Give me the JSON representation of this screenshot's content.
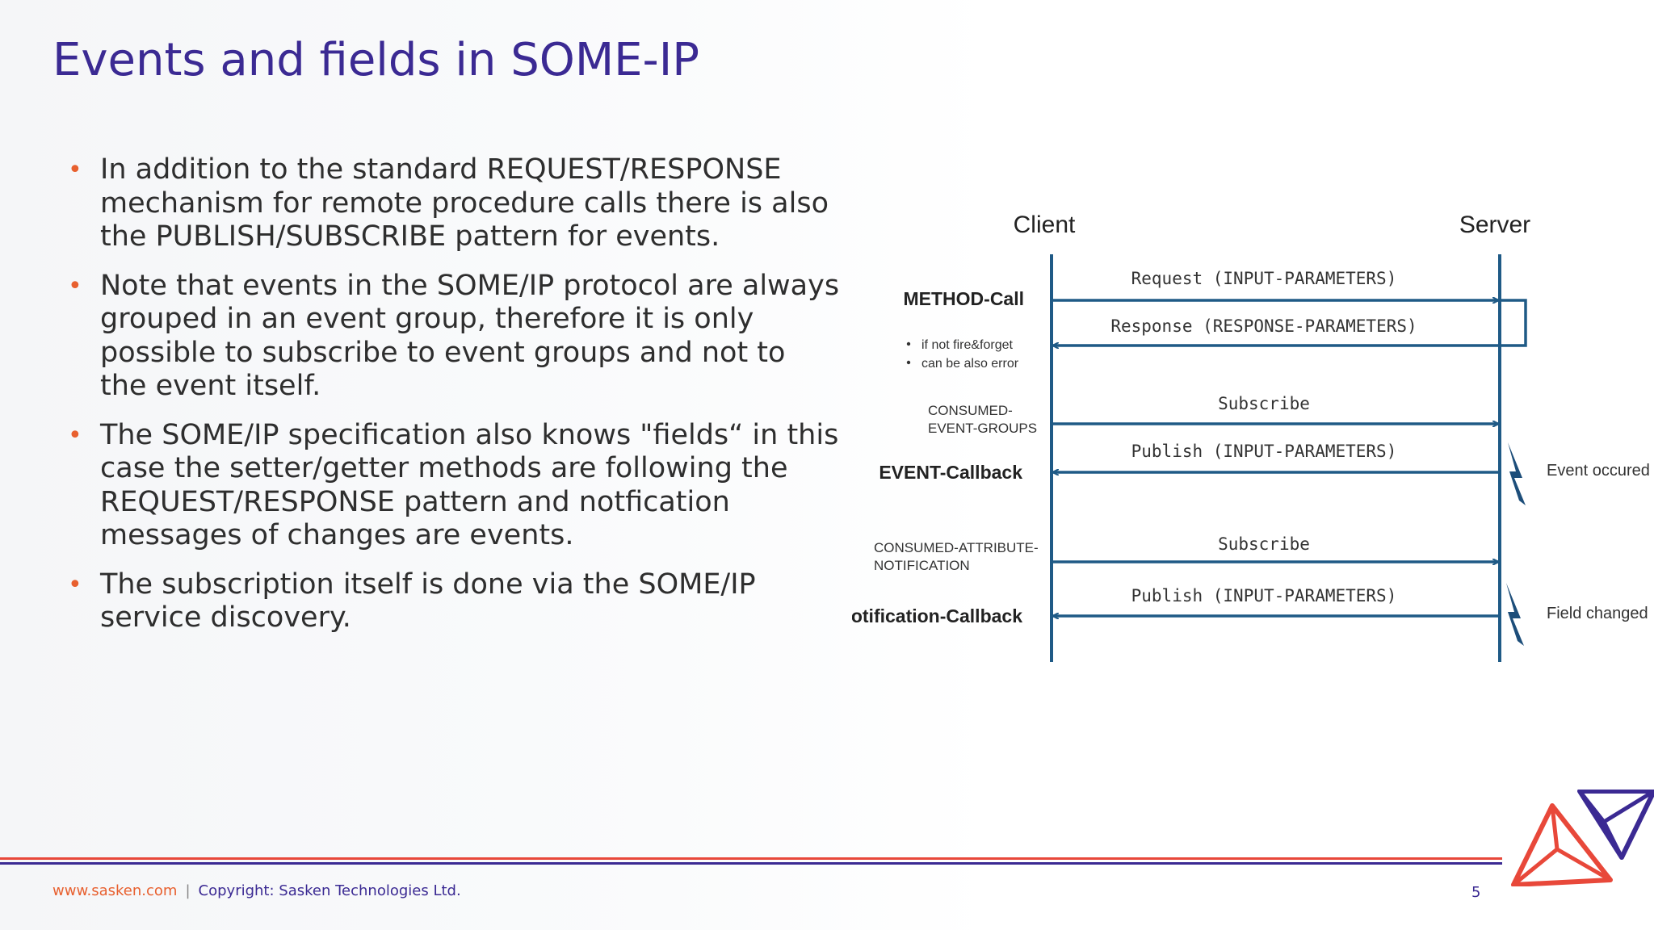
{
  "title": "Events and fields in SOME-IP",
  "bullets": [
    "In addition to the standard REQUEST/RESPONSE mechanism for remote procedure calls there is also the PUBLISH/SUBSCRIBE pattern for events.",
    "Note that events in the SOME/IP protocol are always grouped in an event group, therefore it is only possible to subscribe to event groups and not to the event itself.",
    "The SOME/IP specification also knows \"fields“ in this case the setter/getter methods are following the REQUEST/RESPONSE pattern and notfication messages of changes are events.",
    "The subscription itself is done via the SOME/IP service discovery."
  ],
  "diagram": {
    "client_label": "Client",
    "server_label": "Server",
    "method_call": "METHOD-Call",
    "method_notes": [
      "if not fire&forget",
      "can be also error"
    ],
    "request": "Request (INPUT-PARAMETERS)",
    "response": "Response (RESPONSE-PARAMETERS)",
    "consumed_event_groups": [
      "CONSUMED-",
      "EVENT-GROUPS"
    ],
    "subscribe_1": "Subscribe",
    "publish_1": "Publish (INPUT-PARAMETERS)",
    "event_callback": "EVENT-Callback",
    "event_occured": "Event occured",
    "consumed_attribute": [
      "CONSUMED-ATTRIBUTE-",
      "NOTIFICATION"
    ],
    "subscribe_2": "Subscribe",
    "publish_2": "Publish (INPUT-PARAMETERS)",
    "notification_callback": "Notification-Callback",
    "field_changed": "Field changed"
  },
  "footer": {
    "url": "www.sasken.com",
    "separator": "|",
    "copyright": "Copyright: Sasken Technologies Ltd."
  },
  "page_number": "5",
  "colors": {
    "title": "#3b2a93",
    "bullet": "#e8602f",
    "arrow": "#1f5a86",
    "footer_red": "#e8483a",
    "footer_blue": "#3b2a93"
  }
}
